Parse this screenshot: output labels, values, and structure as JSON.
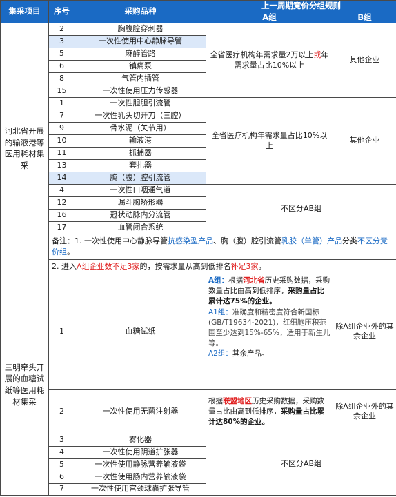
{
  "header": {
    "col_project": "集采项目",
    "col_seq": "序号",
    "col_item": "采购品种",
    "col_rule": "上一周期竞价分组规则",
    "col_group_a": "A组",
    "col_group_b": "B组"
  },
  "hebei": {
    "project": "河北省开展的输液港等医用耗材集采",
    "group1": [
      {
        "seq": "2",
        "name": "胸腹腔穿刺器",
        "highlight": false
      },
      {
        "seq": "3",
        "name": "一次性使用中心静脉导管",
        "highlight": true
      },
      {
        "seq": "5",
        "name": "麻醉管路",
        "highlight": false
      },
      {
        "seq": "6",
        "name": "镇痛泵",
        "highlight": false
      },
      {
        "seq": "8",
        "name": "气管内插管",
        "highlight": false
      },
      {
        "seq": "15",
        "name": "一次性使用压力传感器",
        "highlight": false
      }
    ],
    "group1_a_part1": "全省医疗机构年需求量2万以上",
    "group1_a_or": "或",
    "group1_a_part2": "年需求量占比10%以上",
    "group1_b": "其他企业",
    "group2": [
      {
        "seq": "1",
        "name": "一次性胆胆引流管",
        "highlight": false
      },
      {
        "seq": "7",
        "name": "一次性乳头切开刀（三腔）",
        "highlight": false
      },
      {
        "seq": "9",
        "name": "骨水泥（关节用）",
        "highlight": false
      },
      {
        "seq": "10",
        "name": "输液港",
        "highlight": false
      },
      {
        "seq": "11",
        "name": "抓捕器",
        "highlight": false
      },
      {
        "seq": "13",
        "name": "套扎器",
        "highlight": false
      },
      {
        "seq": "14",
        "name": "胸（腹）腔引流管",
        "highlight": true
      }
    ],
    "group2_a": "全省医疗机构年需求量占比10%以上",
    "group2_b": "其他企业",
    "group3": [
      {
        "seq": "4",
        "name": "一次性口咽通气道"
      },
      {
        "seq": "12",
        "name": "漏斗胸矫形器"
      },
      {
        "seq": "16",
        "name": "冠状动脉内分流管"
      },
      {
        "seq": "17",
        "name": "血管闭合系统"
      }
    ],
    "group3_rule": "不区分AB组",
    "note1_prefix": "备注：1. 一次性使用中心静脉导管",
    "note1_blue1": "抗感染型产品",
    "note1_mid": "、胸（腹）腔引流管",
    "note1_blue2": "乳胶（单管）产品",
    "note1_mid2": "分类",
    "note1_blue3": "不区分竞价组",
    "note1_end": "。",
    "note2_prefix": "2. 进入",
    "note2_red1": "A组企业数不足3家",
    "note2_mid": "的，按需求量从高到低排名",
    "note2_red2": "补足3家",
    "note2_end": "。"
  },
  "sanming": {
    "project": "三明牵头开展的血糖试纸等医用耗材集采",
    "row1_seq": "1",
    "row1_name": "血糖试纸",
    "row1_a_label": "A组：",
    "row1_a_t1": "根据",
    "row1_a_region": "河北省",
    "row1_a_t2": "历史采购数据，采购数量占比由高到低排序，",
    "row1_a_bold": "采购量占比累计达75%的企业。",
    "row1_a1_label": "A1组：",
    "row1_a1_text": "准确度和精密度符合新国标(GB/T19634-2021)，红细胞压积范围至少达到15%-65%，适用于新生儿等。",
    "row1_a2_label": "A2组：",
    "row1_a2_text": "其余产品。",
    "row1_b": "除A组企业外的其余企业",
    "row2_seq": "2",
    "row2_name": "一次性使用无菌注射器",
    "row2_a_t1": "根据",
    "row2_a_region": "联盟地区",
    "row2_a_t2": "历史采购数据，采购数量占比由高到低排序，",
    "row2_a_bold": "采购量占比累计达80%的企业。",
    "row2_b": "除A组企业外的其余企业",
    "group3": [
      {
        "seq": "3",
        "name": "雾化器"
      },
      {
        "seq": "4",
        "name": "一次性使用阴道扩张器"
      },
      {
        "seq": "5",
        "name": "一次性使用静脉营养输液袋"
      },
      {
        "seq": "6",
        "name": "一次性使用肠内营养输液袋"
      },
      {
        "seq": "7",
        "name": "一次性使用宫颈球囊扩张导管"
      }
    ],
    "group3_rule": "不区分AB组"
  }
}
